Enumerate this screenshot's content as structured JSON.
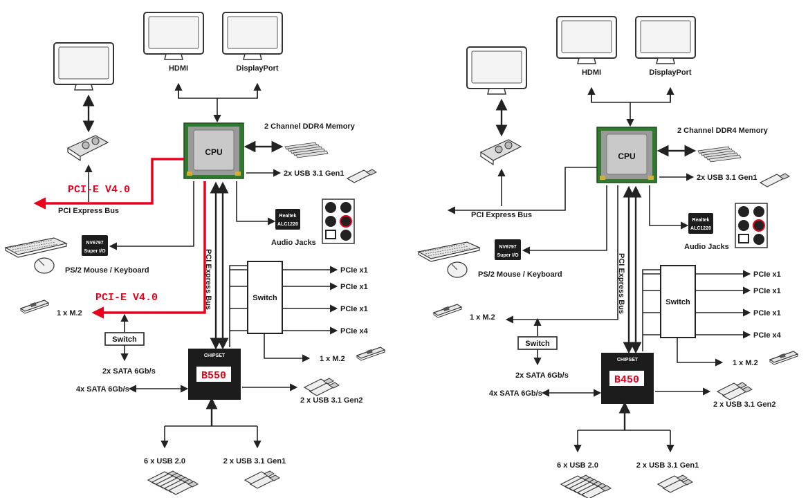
{
  "diagrams": [
    {
      "display_hdmi": "HDMI",
      "display_dp": "DisplayPort",
      "cpu": "CPU",
      "memory": "2 Channel DDR4 Memory",
      "cpu_usb": "2x USB 3.1 Gen1",
      "pcie_bus": "PCI Express Bus",
      "pcie_red_top": "PCI-E V4.0",
      "pcie_red_m2": "PCI-E V4.0",
      "audio_chip_line1": "Realtek",
      "audio_chip_line2": "ALC1220",
      "audio_jacks": "Audio Jacks",
      "superio_line1": "NV6797",
      "superio_line2": "Super I/O",
      "ps2": "PS/2 Mouse / Keyboard",
      "m2_left": "1 x M.2",
      "vertical_bus": "PCI Express Bus",
      "switch_main": "Switch",
      "pcie_outputs": [
        "PCIe x1",
        "PCIe x1",
        "PCIe x1",
        "PCIe x4"
      ],
      "m2_right": "1 x M.2",
      "switch_sata": "Switch",
      "sata_2x": "2x SATA 6Gb/s",
      "sata_4x": "4x SATA 6Gb/s",
      "chipset_label": "CHIPSET",
      "chipset_model": "B550",
      "usb_gen2": "2 x USB 3.1 Gen2",
      "usb20": "6 x USB 2.0",
      "usb_gen1_bottom": "2 x USB 3.1 Gen1"
    },
    {
      "display_hdmi": "HDMI",
      "display_dp": "DisplayPort",
      "cpu": "CPU",
      "memory": "2 Channel DDR4 Memory",
      "cpu_usb": "2x USB 3.1 Gen1",
      "pcie_bus": "PCI Express Bus",
      "audio_chip_line1": "Realtek",
      "audio_chip_line2": "ALC1220",
      "audio_jacks": "Audio Jacks",
      "superio_line1": "NV6797",
      "superio_line2": "Super I/O",
      "ps2": "PS/2 Mouse / Keyboard",
      "m2_left": "1 x M.2",
      "vertical_bus": "PCI Express Bus",
      "switch_main": "Switch",
      "pcie_outputs": [
        "PCIe x1",
        "PCIe x1",
        "PCIe x1",
        "PCIe x4"
      ],
      "m2_right": "1 x M.2",
      "switch_sata": "Switch",
      "sata_2x": "2x SATA 6Gb/s",
      "sata_4x": "4x SATA 6Gb/s",
      "chipset_label": "CHIPSET",
      "chipset_model": "B450",
      "usb_gen2": "2 x USB 3.1 Gen2",
      "usb20": "6 x USB 2.0",
      "usb_gen1_bottom": "2 x USB 3.1 Gen1"
    }
  ],
  "colors": {
    "highlight_red": "#e8001c",
    "chip_dark": "#1c1c1c",
    "cpu_green": "#2f7a2f",
    "cpu_silver": "#c9c9c9"
  }
}
